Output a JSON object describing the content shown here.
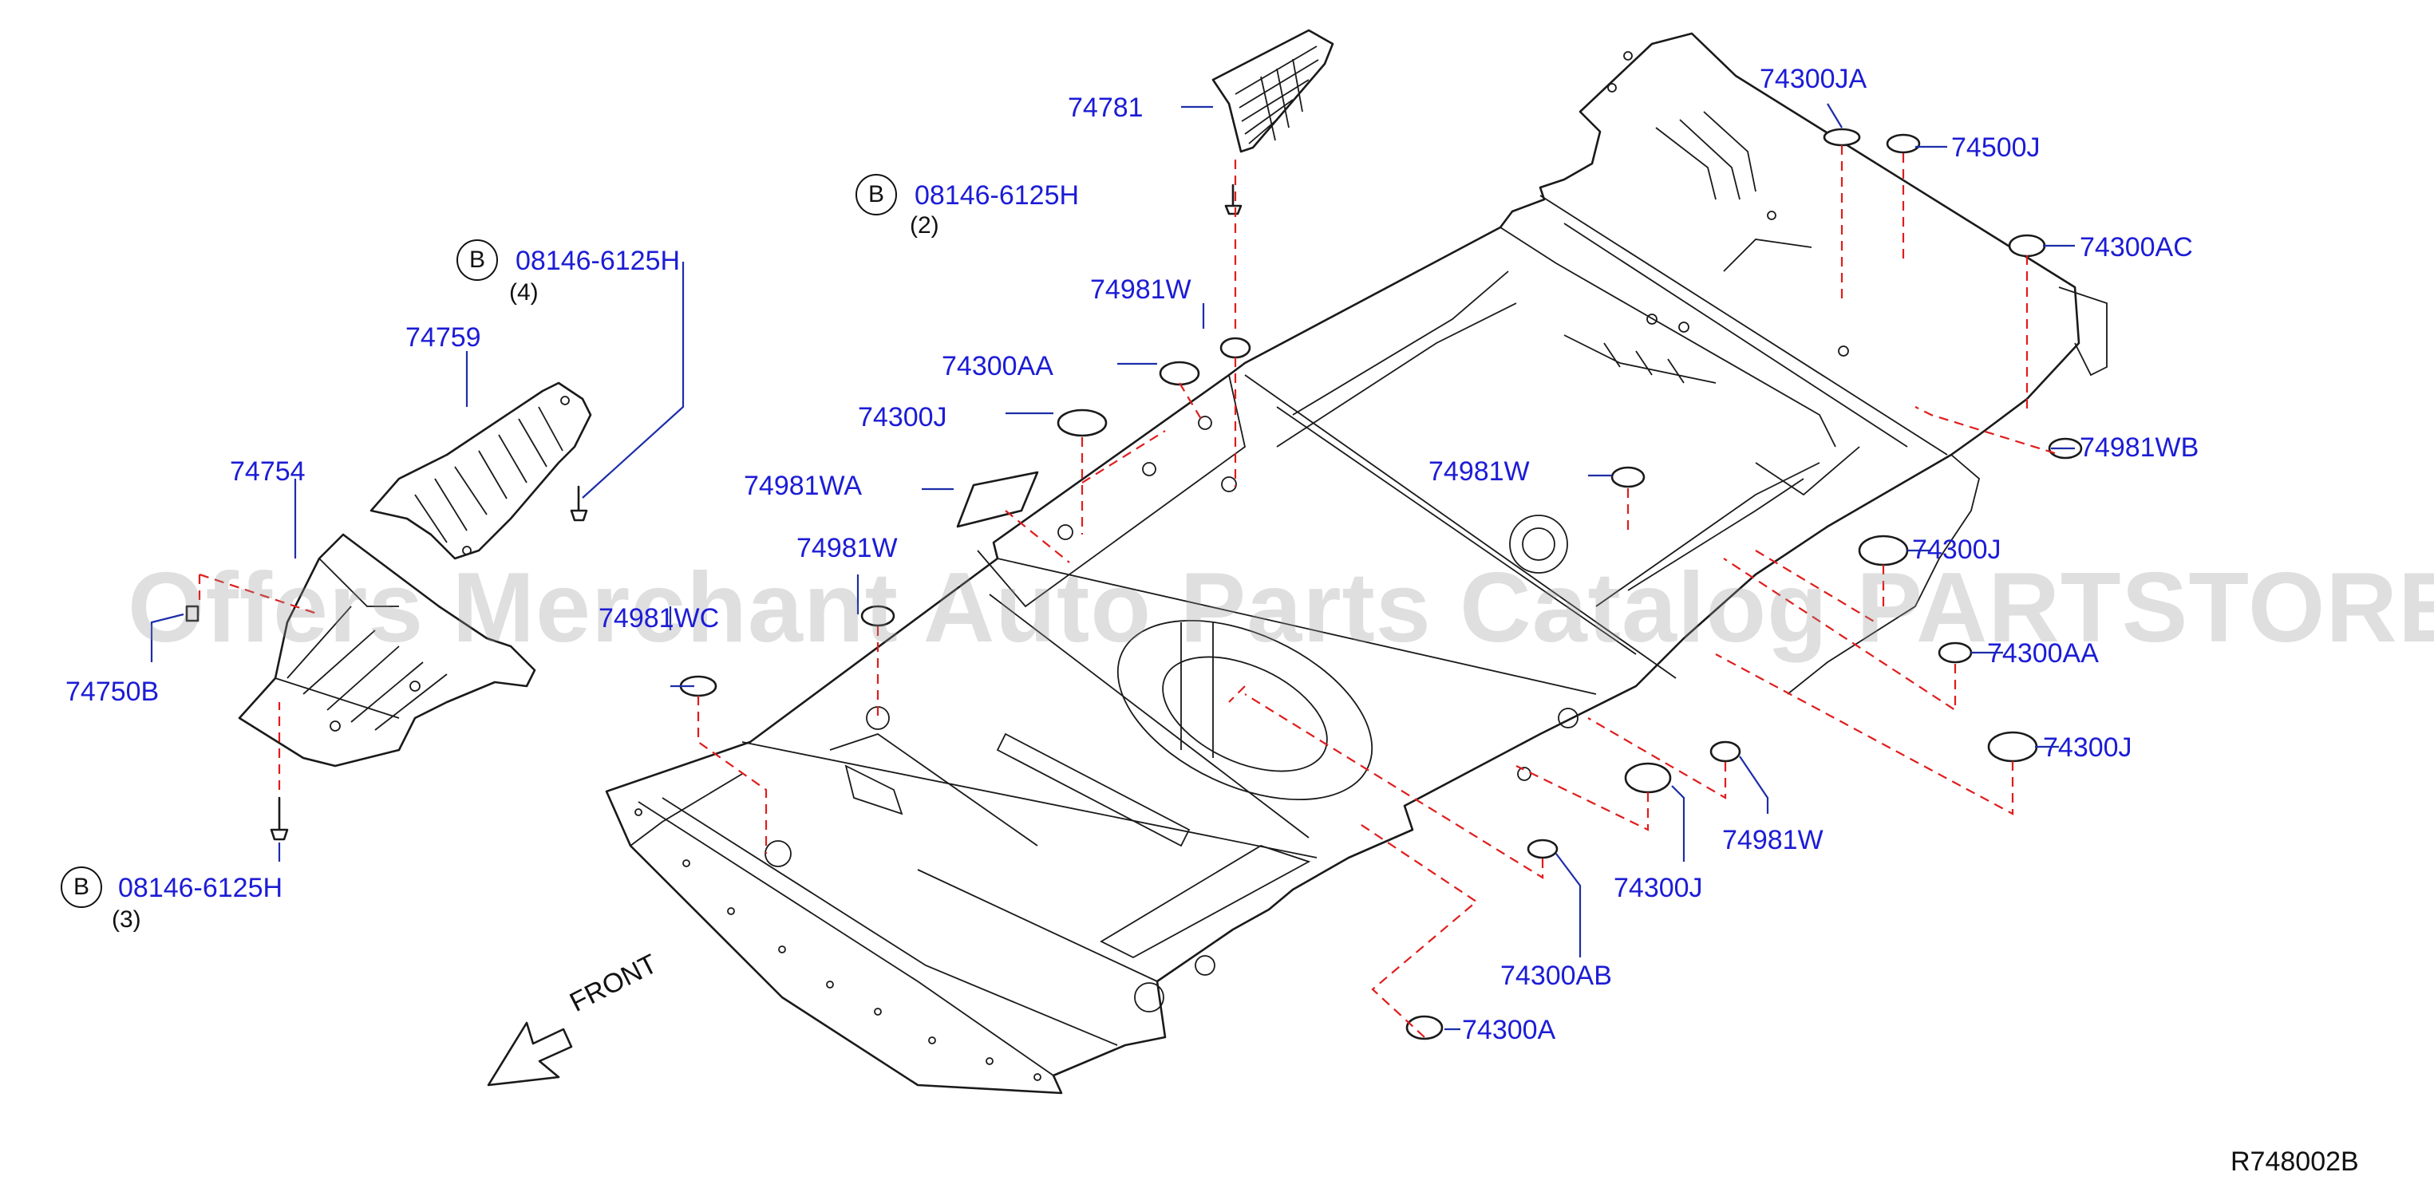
{
  "diagram": {
    "ref_code": "R748002B",
    "front_label": "FRONT",
    "watermark": "Offers Merchant Auto Parts Catalog PARTSTORE.SA",
    "bolt_marker": "B",
    "labels": {
      "p74781": "74781",
      "p74300JA": "74300JA",
      "p74500J": "74500J",
      "p74300AC": "74300AC",
      "bolt_2": "08146-6125H",
      "bolt_2_qty": "(2)",
      "bolt_4": "08146-6125H",
      "bolt_4_qty": "(4)",
      "bolt_3": "08146-6125H",
      "bolt_3_qty": "(3)",
      "p74981W_a": "74981W",
      "p74300AA_a": "74300AA",
      "p74300J_a": "74300J",
      "p74759": "74759",
      "p74754": "74754",
      "p74981WA": "74981WA",
      "p74981W_b": "74981W",
      "p74981W_c": "74981W",
      "p74981WC": "74981WC",
      "p74750B": "74750B",
      "p74981WB": "74981WB",
      "p74300J_b": "74300J",
      "p74300AA_b": "74300AA",
      "p74300J_c": "74300J",
      "p74981W_d": "74981W",
      "p74300J_d": "74300J",
      "p74300AB": "74300AB",
      "p74300A": "74300A"
    }
  }
}
